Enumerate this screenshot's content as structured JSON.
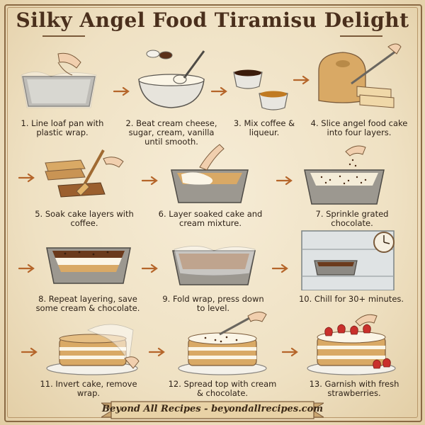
{
  "title": "Silky Angel Food Tiramisu Delight",
  "steps": [
    {
      "text": "1. Line loaf pan with plastic wrap."
    },
    {
      "text": "2. Beat cream cheese, sugar, cream, vanilla until smooth."
    },
    {
      "text": "3. Mix coffee & liqueur."
    },
    {
      "text": "4. Slice angel food cake into four layers."
    },
    {
      "text": "5. Soak cake layers with coffee."
    },
    {
      "text": "6. Layer soaked cake and cream mixture."
    },
    {
      "text": "7. Sprinkle grated chocolate."
    },
    {
      "text": "8. Repeat layering, save some cream & chocolate."
    },
    {
      "text": "9. Fold wrap, press down to level."
    },
    {
      "text": "10. Chill for 30+ minutes."
    },
    {
      "text": "11. Invert cake, remove wrap."
    },
    {
      "text": "12. Spread top with cream & chocolate."
    },
    {
      "text": "13. Garnish with fresh strawberries."
    }
  ],
  "footer": "Beyond All Recipes - beyondallrecipes.com",
  "colors": {
    "ink": "#2e2218",
    "title": "#4a2f1c",
    "accent": "#b5652a",
    "pan": "#8d8a84",
    "cake": "#d9a965",
    "cream": "#fbf5e6",
    "strawberry": "#c9302c"
  }
}
